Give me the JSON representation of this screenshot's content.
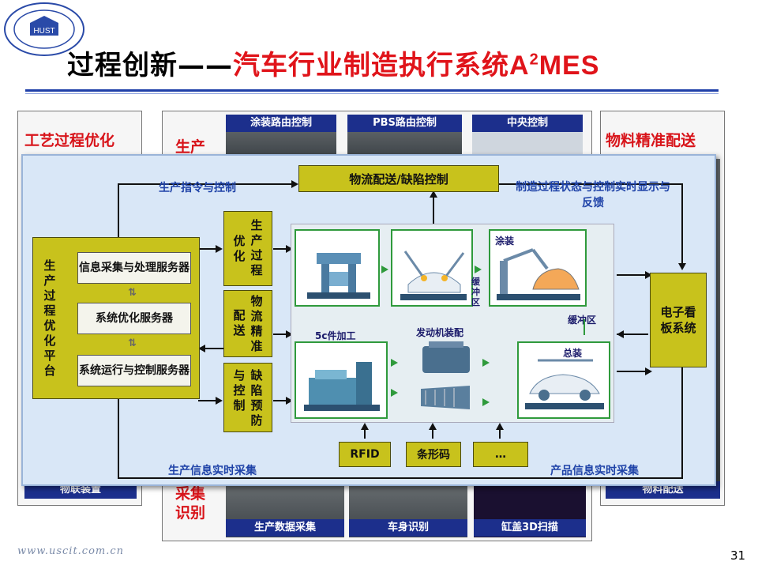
{
  "header": {
    "title_black": "过程创新——",
    "title_red": "汽车行业制造执行系统",
    "title_latin": "A",
    "title_sup": "2",
    "title_latin_tail": "MES",
    "logo_text": "HUST"
  },
  "background": {
    "left_title": "工艺过程优化",
    "left_caption": "物联装置",
    "mid_title": "生产",
    "mid_title_bottom": "采集\n识别",
    "right_title": "物料精准配送",
    "right_caption": "物料配送",
    "top_captions": [
      "涂装路由控制",
      "PBS路由控制",
      "中央控制"
    ],
    "bottom_captions": [
      "生产数据采集",
      "车身识别",
      "缸盖3D扫描"
    ]
  },
  "diagram": {
    "top_box": "物流配送/缺陷控制",
    "left_flow_label": "生产指令与控制",
    "right_flow_label": "制造过程状态与控制实时显示与反馈",
    "bottom_left_label": "生产信息实时采集",
    "bottom_right_label": "产品信息实时采集",
    "platform_label": "生产过程优化平台",
    "servers": [
      "信息采集与处理服务器",
      "系统优化服务器",
      "系统运行与控制服务器"
    ],
    "mid_boxes": [
      {
        "left": "优化",
        "right": "生产过程"
      },
      {
        "left": "配送",
        "right": "物流精准"
      },
      {
        "left": "与控制",
        "right": "缺陷预防"
      }
    ],
    "board_label": "电子看板系统",
    "stages": [
      "冲压",
      "焊装",
      "涂装",
      "5c件加工",
      "发动机装配",
      "总装"
    ],
    "buffers": [
      "缓冲区",
      "缓冲区"
    ],
    "collectors": [
      "RFID",
      "条形码",
      "…"
    ]
  },
  "footer": {
    "url": "www.uscit.com.cn",
    "page": "31"
  },
  "colors": {
    "accent_red": "#e0141a",
    "rule_blue": "#1f3fa8",
    "box_yellow": "#c8c21c",
    "label_blue": "#1f43a8",
    "stage_green": "#2f9a3c"
  }
}
